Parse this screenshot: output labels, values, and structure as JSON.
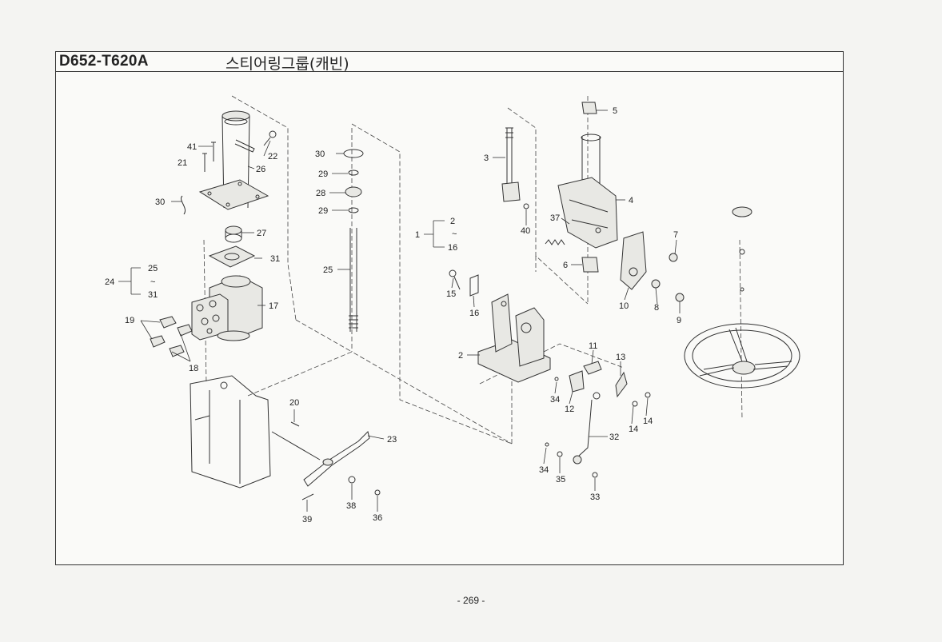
{
  "header": {
    "model_code": "D652-T620A",
    "title": "스티어링그룹(캐빈)"
  },
  "page_number": "- 269 -",
  "callouts": [
    "1",
    "2",
    "3",
    "4",
    "5",
    "6",
    "7",
    "8",
    "9",
    "10",
    "11",
    "12",
    "13",
    "14",
    "14",
    "14",
    "15",
    "16",
    "16",
    "17",
    "18",
    "19",
    "20",
    "21",
    "22",
    "23",
    "24",
    "25",
    "25",
    "26",
    "27",
    "28",
    "29",
    "29",
    "30",
    "30",
    "31",
    "31",
    "32",
    "33",
    "34",
    "34",
    "35",
    "36",
    "37",
    "38",
    "39",
    "40",
    "41",
    "~",
    "~",
    "~"
  ]
}
